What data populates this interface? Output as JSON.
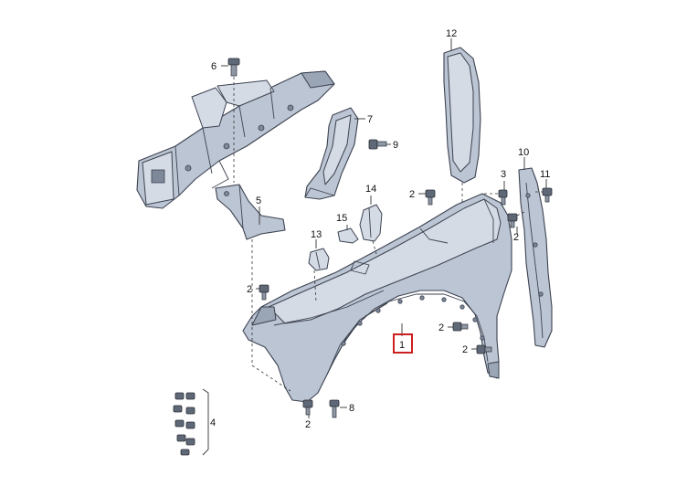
{
  "callouts": {
    "c1": "1",
    "c2a": "2",
    "c2b": "2",
    "c2c": "2",
    "c2d": "2",
    "c2e": "2",
    "c2f": "2",
    "c3": "3",
    "c4": "4",
    "c5": "5",
    "c6": "6",
    "c7": "7",
    "c8": "8",
    "c9": "9",
    "c10": "10",
    "c11": "11",
    "c12": "12",
    "c13": "13",
    "c14": "14",
    "c15": "15"
  },
  "colors": {
    "part_fill": "#bcc5d3",
    "highlight": "#cc1f1f"
  }
}
